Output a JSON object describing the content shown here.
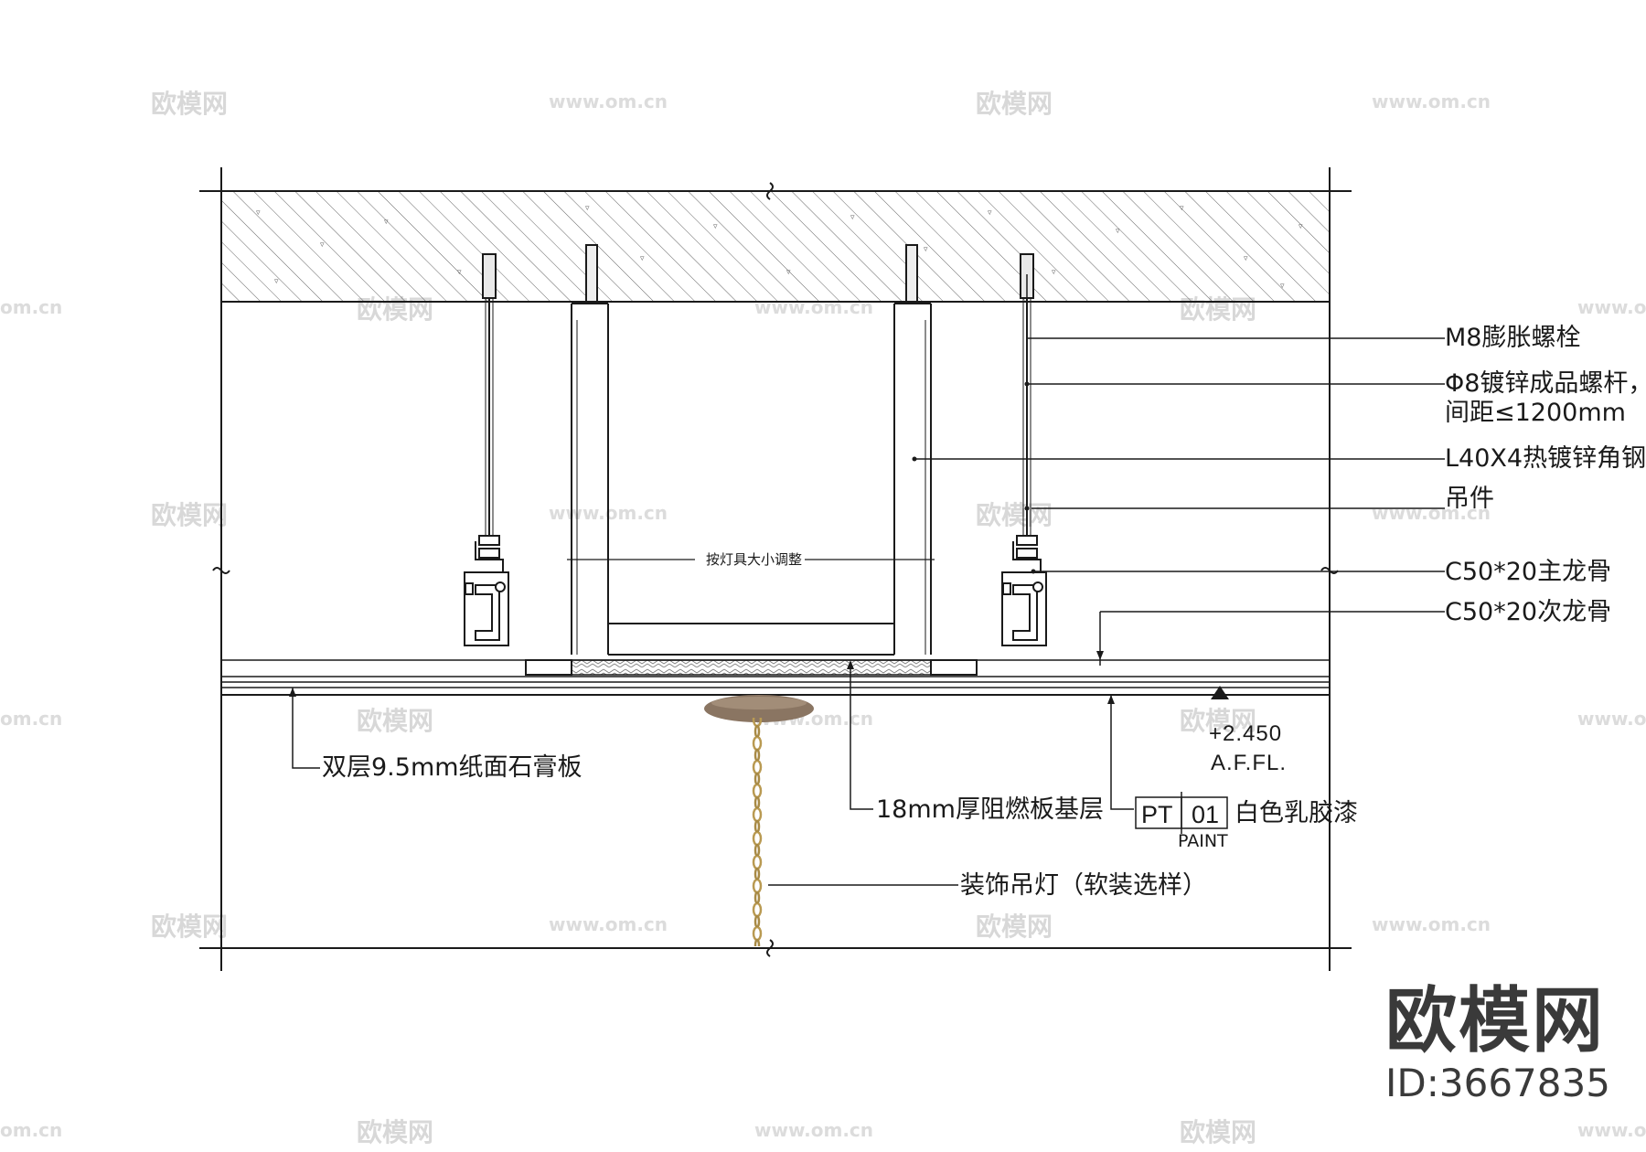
{
  "labels": {
    "anchor_bolt": "M8膨胀螺栓",
    "threaded_rod_1": "Φ8镀锌成品螺杆，",
    "threaded_rod_2": "间距≤1200mm",
    "angle_steel": "L40X4热镀锌角钢",
    "hanger": "吊件",
    "main_keel": "C50*20主龙骨",
    "secondary_keel": "C50*20次龙骨",
    "gypsum_board": "双层9.5mm纸面石膏板",
    "base_board": "18mm厚阻燃板基层",
    "chandelier": "装饰吊灯（软装选样）",
    "adjust_note": "按灯具大小调整",
    "paint": "白色乳胶漆"
  },
  "elevation": {
    "value": "+2.450",
    "ref": "A.F.FL."
  },
  "paint_tag": {
    "code": "PT",
    "number": "01",
    "type": "PAINT"
  },
  "watermarks": {
    "cn": "欧模网",
    "url": "www.om.cn",
    "url_short": "om.cn"
  },
  "brand": {
    "name": "欧模网",
    "id": "ID:3667835"
  },
  "colors": {
    "line": "#1a1a1a",
    "hatch": "#555555",
    "chain": "#b99a52",
    "canopy": "#8a7562",
    "watermark": "#d8d8d8"
  }
}
